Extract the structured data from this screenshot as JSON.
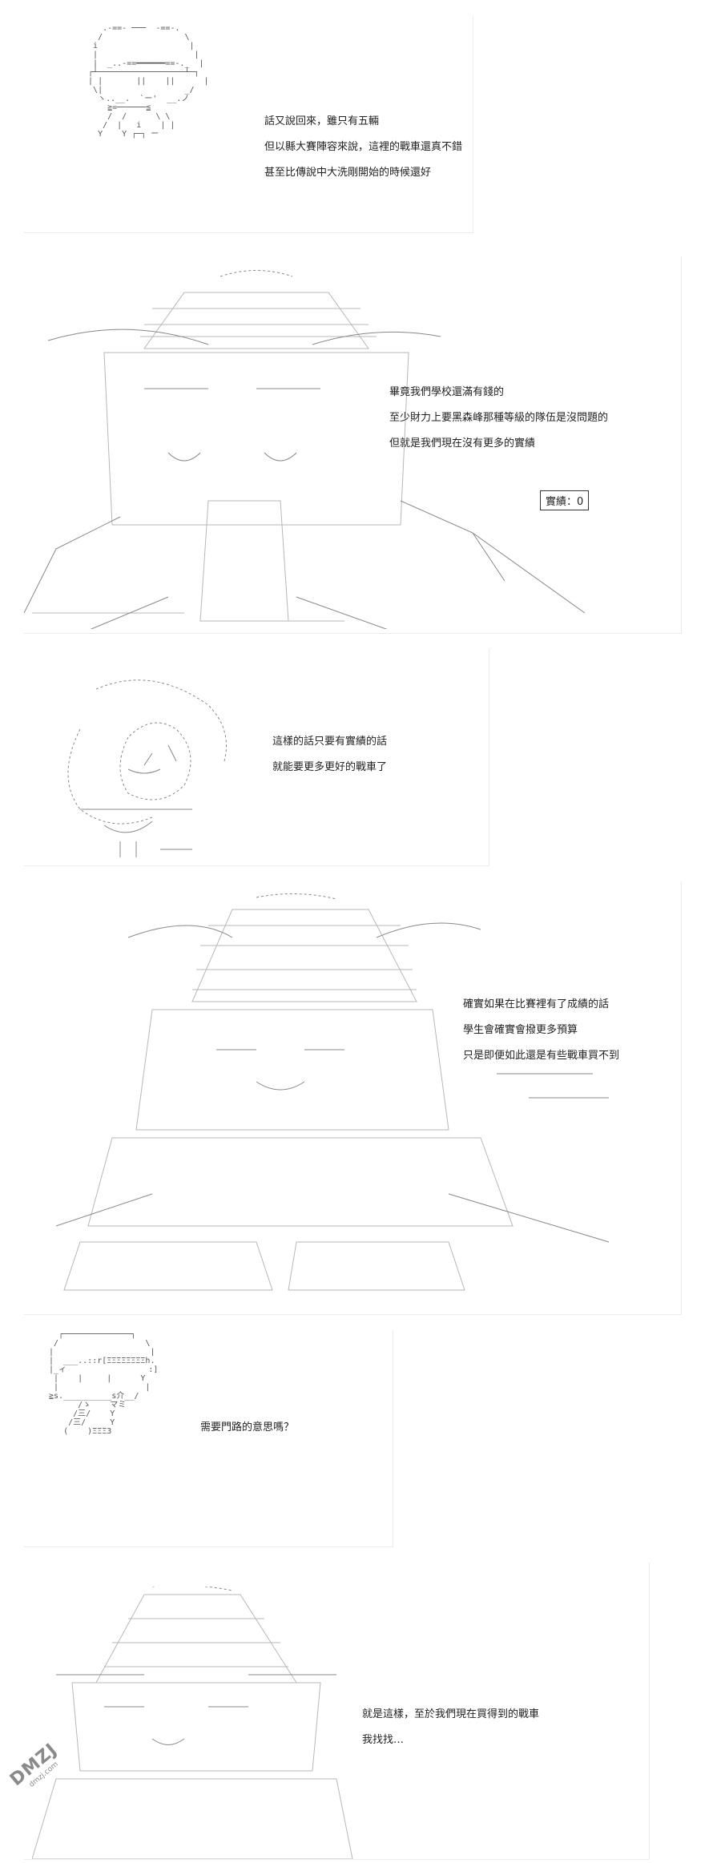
{
  "panels": [
    {
      "lines": [
        "話又說回來，雖只有五輛",
        "但以縣大賽陣容來說，這裡的戰車還真不錯",
        "甚至比傳說中大洗剛開始的時候還好"
      ]
    },
    {
      "lines": [
        "畢竟我們學校還滿有錢的",
        "至少財力上要黑森峰那種等級的隊伍是沒問題的",
        "但就是我們現在沒有更多的實績"
      ],
      "box_label": "實績：0"
    },
    {
      "lines": [
        "這樣的話只要有實績的話",
        "就能要更多更好的戰車了"
      ]
    },
    {
      "lines": [
        "確實如果在比賽裡有了成績的話",
        "學生會確實會撥更多預算",
        "只是即便如此還是有些戰車買不到"
      ]
    },
    {
      "lines": [
        "需要門路的意思嗎？"
      ]
    },
    {
      "lines": [
        "就是這樣，至於我們現在買得到的戰車",
        "我找找…"
      ]
    }
  ],
  "ascii": {
    "p1": "     .-==- ───  -==-.\n    /                 \\\n   i                   |\n   |                    |\n   |  _..-==━━━━━━==-._  |\n  ┌┴──────────────────┴─┐\n  | |       ||    ||      |\n   \\|                 _/\n    ヽ..__.  `ー'  __.ノ\n      ≧=──────≦\n      /  /      \\ \\\n     /  |   i    | |\n    Y    Y ┌─┐ ー",
    "p5": "   ┌──────────────┐\n  /                  \\\n |                    |\n |  ___..::r[ΞΞΞΞΞΞΞΞh.\n |_ィ                 :]\n  |    |     |      Y\n  |                  |\n ≧s.__________s介__/\n       /ゝ    マミ\n      /三/    Y\n     /三/     Y\n    (    )ΞΞΞ3"
  },
  "watermark": {
    "main": "DMZJ",
    "sub": "dmzj.com"
  }
}
